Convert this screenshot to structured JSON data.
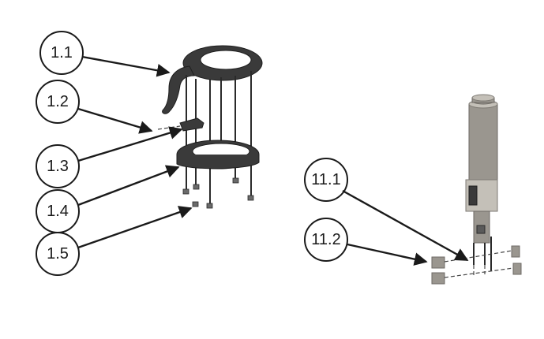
{
  "callouts": {
    "c1_1": "1.1",
    "c1_2": "1.2",
    "c1_3": "1.3",
    "c1_4": "1.4",
    "c1_5": "1.5",
    "c11_1": "11.1",
    "c11_2": "11.2"
  },
  "colors": {
    "line": "#1a1a1a",
    "part_dark": "#3a3a3a",
    "part_grey": "#9a968f",
    "background": "#ffffff"
  }
}
